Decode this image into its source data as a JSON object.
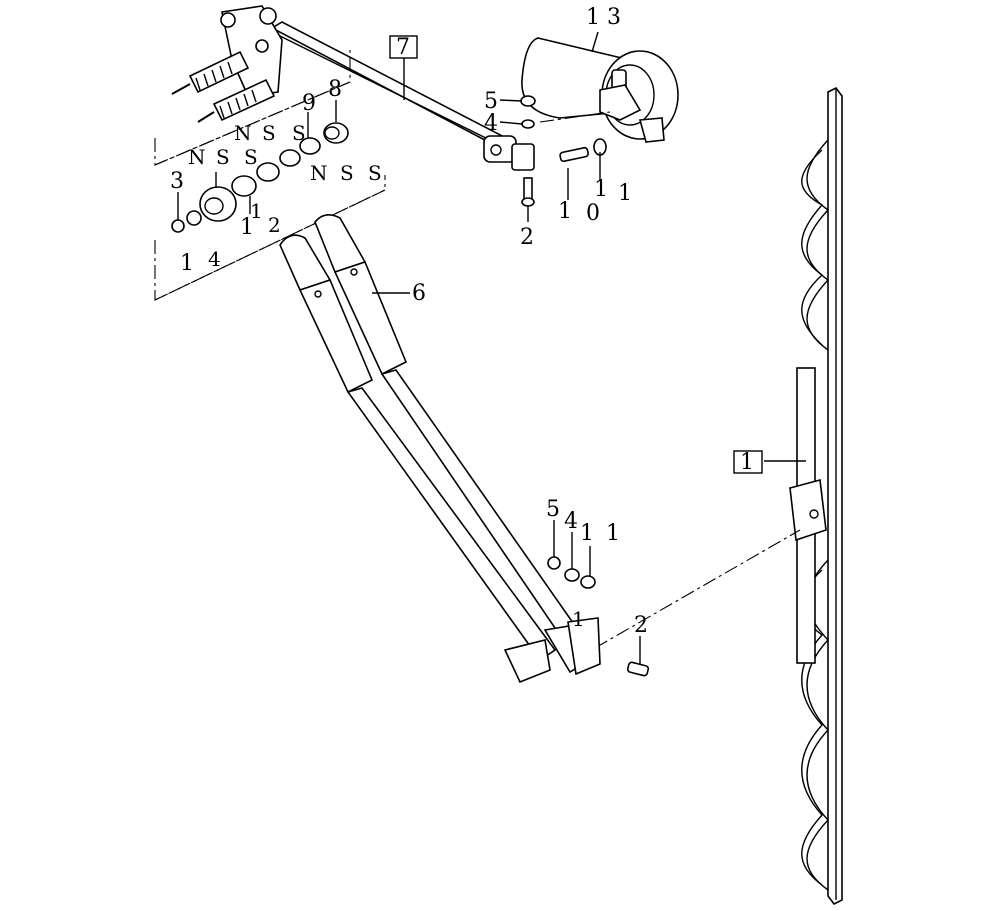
{
  "callouts": {
    "c1": "1 3",
    "c2": "7",
    "c3": "5",
    "c4": "4",
    "c5": "8",
    "c6": "9",
    "c7": "N",
    "c8": "S",
    "c9": "S",
    "c10": "N",
    "c11": "S",
    "c12": "S",
    "c13": "N",
    "c14": "S",
    "c15": "S",
    "c16": "3",
    "c17": "1",
    "c18": "2",
    "c19": "1",
    "c20": "0",
    "c21": "1",
    "c22": "1",
    "c23": "1",
    "c24": "4",
    "c25": "1",
    "c26": "2",
    "c27": "6",
    "c28": "1",
    "c29": "5",
    "c30": "4",
    "c31": "1",
    "c32": "1",
    "c33": "1",
    "c34": "2"
  }
}
